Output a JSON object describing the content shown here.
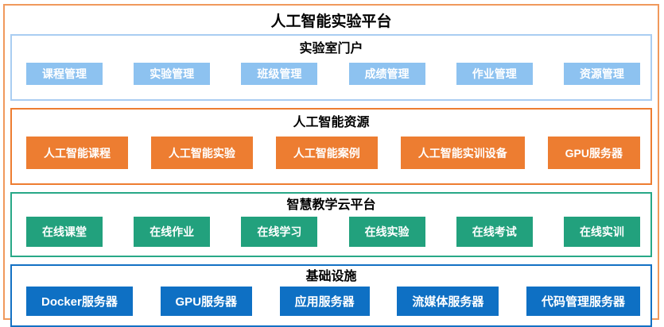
{
  "page": {
    "title": "人工智能实验平台"
  },
  "colors": {
    "outer_border": "#F0995C",
    "portal_border": "#A9CDF2",
    "portal_box": "#8DC2F0",
    "resource_color": "#ED7D31",
    "cloud_color": "#22A17D",
    "infra_color": "#0E70C4",
    "box_text": "#FFFFFF",
    "heading_text": "#000000"
  },
  "sections": [
    {
      "title": "实验室门户",
      "items": [
        "课程管理",
        "实验管理",
        "班级管理",
        "成绩管理",
        "作业管理",
        "资源管理"
      ]
    },
    {
      "title": "人工智能资源",
      "items": [
        "人工智能课程",
        "人工智能实验",
        "人工智能案例",
        "人工智能实训设备",
        "GPU服务器"
      ]
    },
    {
      "title": "智慧教学云平台",
      "items": [
        "在线课堂",
        "在线作业",
        "在线学习",
        "在线实验",
        "在线考试",
        "在线实训"
      ]
    },
    {
      "title": "基础设施",
      "items": [
        "Docker服务器",
        "GPU服务器",
        "应用服务器",
        "流媒体服务器",
        "代码管理服务器"
      ]
    }
  ]
}
